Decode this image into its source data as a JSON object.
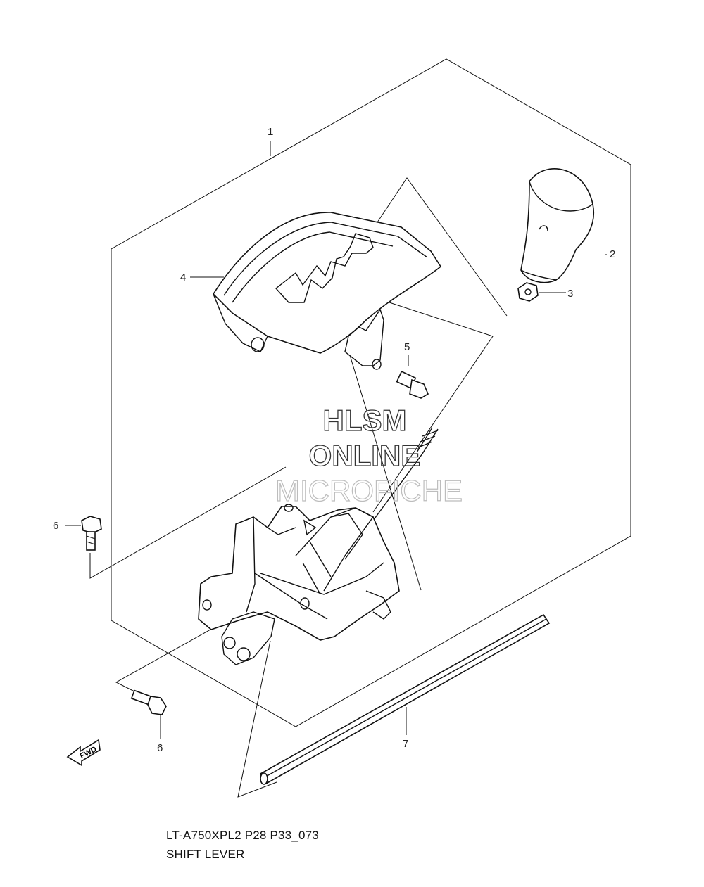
{
  "callouts": [
    {
      "id": "1",
      "label": "1"
    },
    {
      "id": "2",
      "label": "2"
    },
    {
      "id": "3",
      "label": "3"
    },
    {
      "id": "4",
      "label": "4"
    },
    {
      "id": "5",
      "label": "5"
    },
    {
      "id": "6a",
      "label": "6"
    },
    {
      "id": "6b",
      "label": "6"
    },
    {
      "id": "7",
      "label": "7"
    }
  ],
  "watermark": {
    "line1": "HLSM",
    "line2": "ONLINE",
    "line3": "MICROFICHE"
  },
  "fwd_arrow_label": "FWD",
  "caption": {
    "code": "LT-A750XPL2 P28 P33_073",
    "title": "SHIFT LEVER"
  }
}
